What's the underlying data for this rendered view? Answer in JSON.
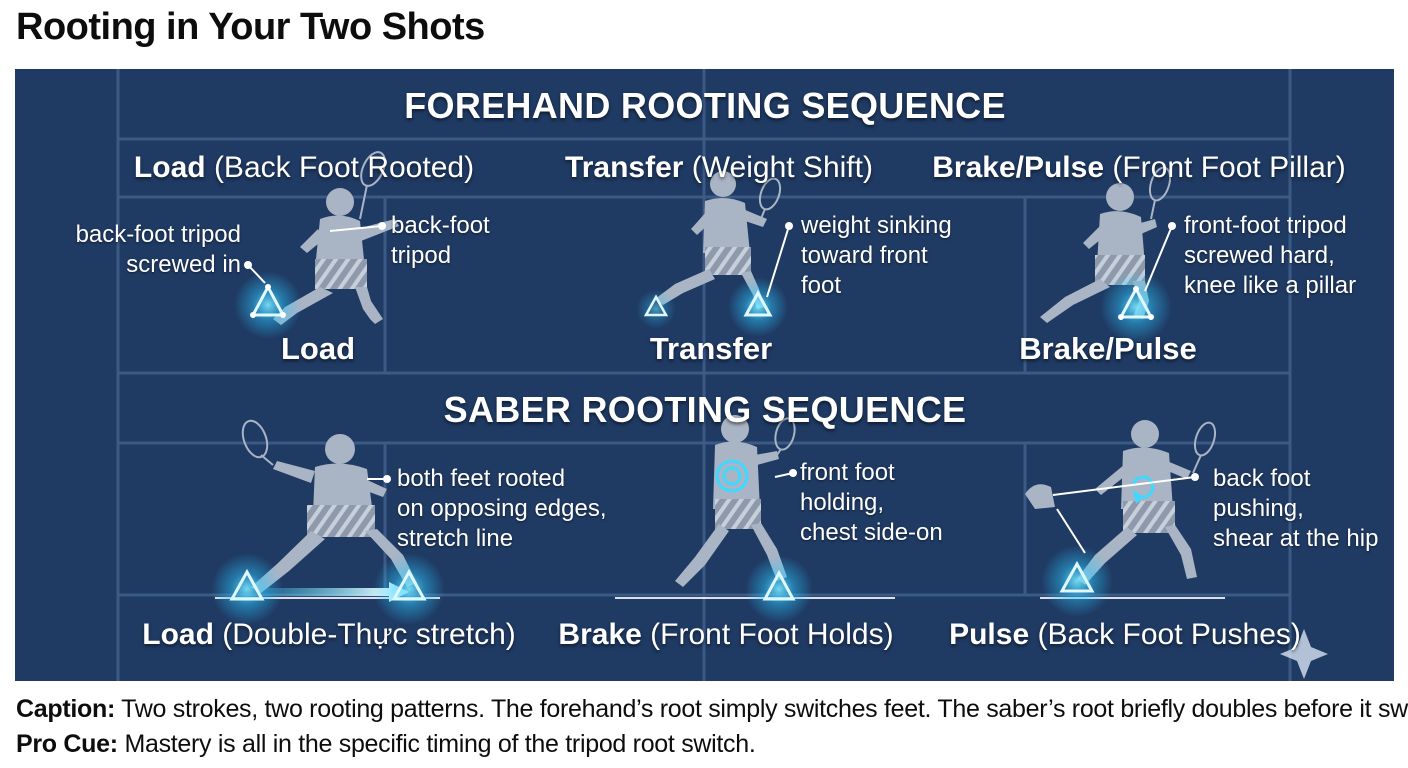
{
  "title": "Rooting in Your Two Shots",
  "forehand": {
    "heading": "FOREHAND ROOTING SEQUENCE",
    "phases": [
      {
        "bold": "Load",
        "rest": "(Back Foot Rooted)",
        "tag": "Load",
        "notes": [
          "back-foot tripod\nscrewed in",
          "back-foot\ntripod"
        ]
      },
      {
        "bold": "Transfer",
        "rest": "(Weight Shift)",
        "tag": "Transfer",
        "notes": [
          "weight sinking\ntoward front\nfoot"
        ]
      },
      {
        "bold": "Brake/Pulse",
        "rest": "(Front Foot Pillar)",
        "tag": "Brake/Pulse",
        "notes": [
          "front-foot tripod\nscrewed hard,\nknee like a pillar"
        ]
      }
    ]
  },
  "saber": {
    "heading": "SABER ROOTING SEQUENCE",
    "phases": [
      {
        "bold": "Load",
        "rest": "(Double-Thực stretch)",
        "notes": [
          "both feet rooted\non opposing edges,\nstretch line"
        ]
      },
      {
        "bold": "Brake",
        "rest": "(Front Foot Holds)",
        "notes": [
          "front foot\nholding,\nchest side-on"
        ]
      },
      {
        "bold": "Pulse",
        "rest": "(Back Foot Pushes)",
        "notes": [
          "back foot\npushing,\nshear at the hip"
        ]
      }
    ]
  },
  "footer": {
    "caption_label": "Caption:",
    "caption_text": "Two strokes, two rooting patterns. The forehand’s root simply switches feet. The saber’s root briefly doubles before it switches.",
    "cue_label": "Pro Cue:",
    "cue_text": "Mastery is all in the specific timing of the tripod root switch."
  },
  "colors": {
    "panel": "#1f3a63",
    "court_lines": "#3b5a86",
    "figure": "#a9b4c4",
    "tripod_glow": "#3fd8ff",
    "text": "#ffffff"
  },
  "icons": [
    "player-silhouette",
    "tripod-triangle-icon",
    "rotation-circle-icon",
    "racket-icon"
  ]
}
